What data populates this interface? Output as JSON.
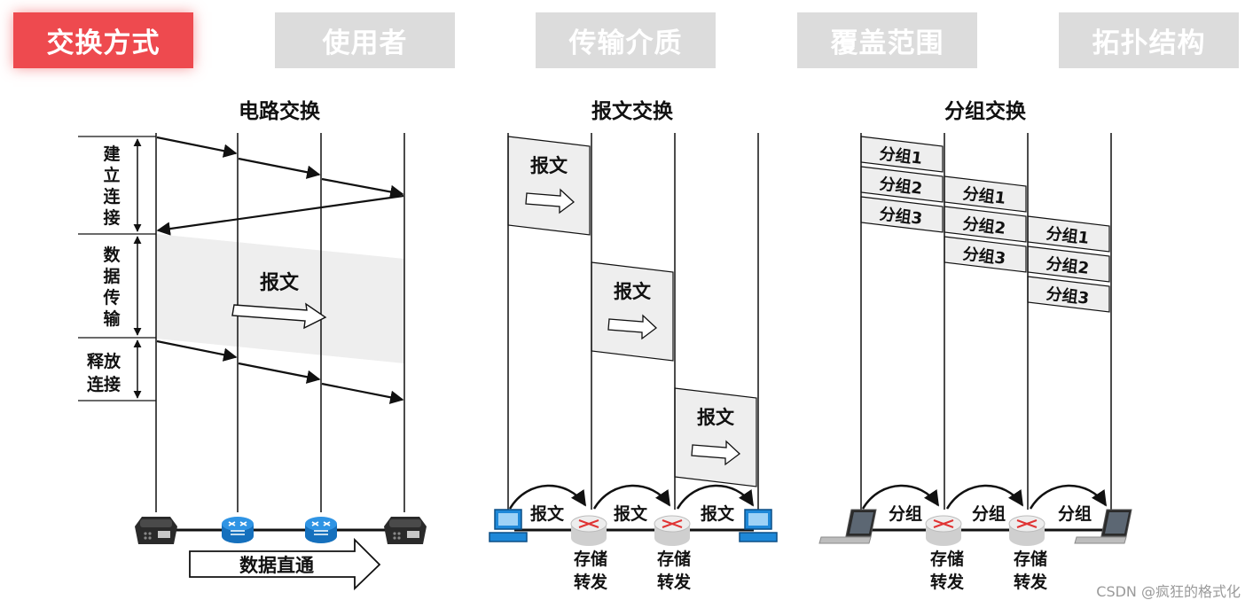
{
  "tabs": [
    {
      "label": "交换方式",
      "active": true
    },
    {
      "label": "使用者",
      "active": false
    },
    {
      "label": "传输介质",
      "active": false
    },
    {
      "label": "覆盖范围",
      "active": false
    },
    {
      "label": "拓扑结构",
      "active": false
    }
  ],
  "circuit": {
    "title": "电路交换",
    "phase_setup": [
      "建",
      "立",
      "连",
      "接"
    ],
    "phase_data": [
      "数",
      "据",
      "传",
      "输"
    ],
    "phase_release": [
      "释放",
      "连接"
    ],
    "message_label": "报文",
    "direct_label": "数据直通"
  },
  "message": {
    "title": "报文交换",
    "message_label": "报文",
    "forward_label": [
      "存储",
      "转发"
    ]
  },
  "packet": {
    "title": "分组交换",
    "packet_labels": [
      "分组1",
      "分组2",
      "分组3"
    ],
    "hop_label": "分组",
    "forward_label": [
      "存储",
      "转发"
    ]
  },
  "watermark": "CSDN @疯狂的格式化",
  "colors": {
    "active_tab": "#ee4a4f",
    "inactive_tab": "#dcdcdc",
    "panel_fill": "#eeeeee",
    "node_blue": "#1e88d8",
    "router_red": "#e03333"
  }
}
